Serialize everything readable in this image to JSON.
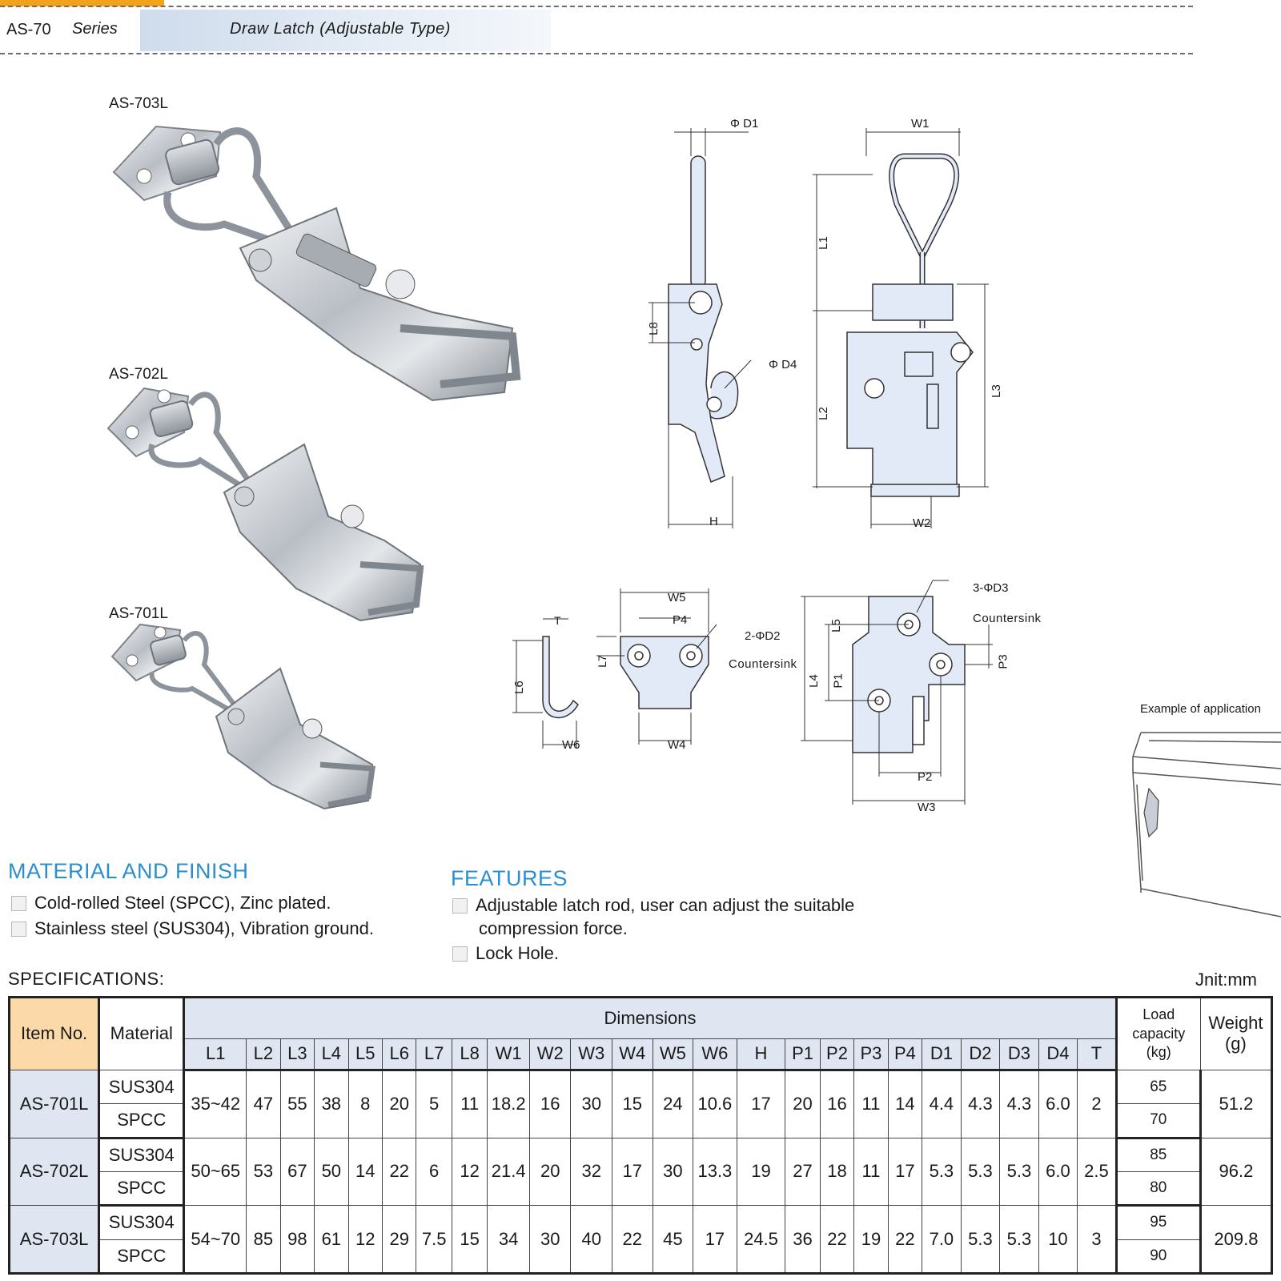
{
  "header": {
    "code": "AS-70",
    "series": "Series",
    "title": "Draw Latch (Adjustable Type)"
  },
  "models": [
    {
      "label": "AS-703L"
    },
    {
      "label": "AS-702L"
    },
    {
      "label": "AS-701L"
    }
  ],
  "drawing_labels": {
    "d1": "Φ D1",
    "w1": "W1",
    "l1": "L1",
    "l8": "L8",
    "d4": "Φ D4",
    "l2": "L2",
    "l3": "L3",
    "h": "H",
    "w2": "W2",
    "t": "T",
    "l6": "L6",
    "w6": "W6",
    "w5": "W5",
    "p4": "P4",
    "l7": "L7",
    "d2": "2-ΦD2",
    "countersink1": "Countersink",
    "w4": "W4",
    "d3": "3-ΦD3",
    "countersink2": "Countersink",
    "l5": "L5",
    "l4": "L4",
    "p1": "P1",
    "p3": "P3",
    "p2": "P2",
    "w3": "W3"
  },
  "application": {
    "label": "Example of application"
  },
  "material": {
    "title": "MATERIAL  AND  FINISH",
    "items": [
      "Cold-rolled Steel (SPCC), Zinc plated.",
      "Stainless steel (SUS304), Vibration ground."
    ]
  },
  "features": {
    "title": "FEATURES",
    "items": [
      "Adjustable latch rod, user can adjust the suitable",
      "compression force.",
      "Lock Hole."
    ]
  },
  "specs": {
    "title": "SPECIFICATIONS:",
    "unit": "Jnit:mm",
    "headers": {
      "item": "Item No.",
      "material": "Material",
      "dimensions": "Dimensions",
      "load1": "Load capacity",
      "load2": "(kg)",
      "weight1": "Weight",
      "weight2": "(g)",
      "dims": [
        "L1",
        "L2",
        "L3",
        "L4",
        "L5",
        "L6",
        "L7",
        "L8",
        "W1",
        "W2",
        "W3",
        "W4",
        "W5",
        "W6",
        "H",
        "P1",
        "P2",
        "P3",
        "P4",
        "D1",
        "D2",
        "D3",
        "D4",
        "T"
      ]
    },
    "rows": [
      {
        "item": "AS-701L",
        "mat1": "SUS304",
        "mat2": "SPCC",
        "dims": [
          "35~42",
          "47",
          "55",
          "38",
          "8",
          "20",
          "5",
          "11",
          "18.2",
          "16",
          "30",
          "15",
          "24",
          "10.6",
          "17",
          "20",
          "16",
          "11",
          "14",
          "4.4",
          "4.3",
          "4.3",
          "6.0",
          "2"
        ],
        "load1": "65",
        "load2": "70",
        "weight": "51.2"
      },
      {
        "item": "AS-702L",
        "mat1": "SUS304",
        "mat2": "SPCC",
        "dims": [
          "50~65",
          "53",
          "67",
          "50",
          "14",
          "22",
          "6",
          "12",
          "21.4",
          "20",
          "32",
          "17",
          "30",
          "13.3",
          "19",
          "27",
          "18",
          "11",
          "17",
          "5.3",
          "5.3",
          "5.3",
          "6.0",
          "2.5"
        ],
        "load1": "85",
        "load2": "80",
        "weight": "96.2"
      },
      {
        "item": "AS-703L",
        "mat1": "SUS304",
        "mat2": "SPCC",
        "dims": [
          "54~70",
          "85",
          "98",
          "61",
          "12",
          "29",
          "7.5",
          "15",
          "34",
          "30",
          "40",
          "22",
          "45",
          "17",
          "24.5",
          "36",
          "22",
          "19",
          "22",
          "7.0",
          "5.3",
          "5.3",
          "10",
          "3"
        ],
        "load1": "95",
        "load2": "90",
        "weight": "209.8"
      }
    ]
  }
}
